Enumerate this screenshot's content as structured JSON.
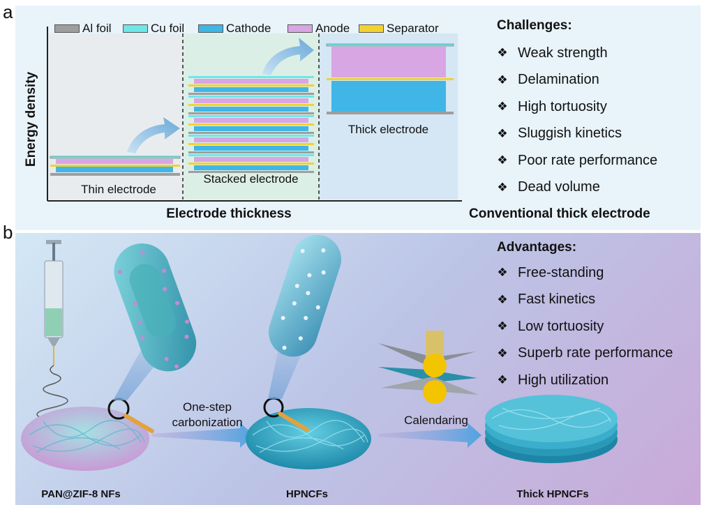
{
  "panel_a": {
    "letter": "a",
    "legend": [
      {
        "label": "Al foil",
        "color": "#9e9e9e"
      },
      {
        "label": "Cu foil",
        "color": "#6fe6e8"
      },
      {
        "label": "Cathode",
        "color": "#3fb6e6"
      },
      {
        "label": "Anode",
        "color": "#d7a6e3"
      },
      {
        "label": "Separator",
        "color": "#f2d231"
      }
    ],
    "y_axis_label": "Energy density",
    "x_axis_label": "Electrode thickness",
    "captions": {
      "thin": "Thin electrode",
      "stacked": "Stacked electrode",
      "thick": "Thick electrode"
    },
    "challenges_title": "Challenges:",
    "challenges": [
      "Weak strength",
      "Delamination",
      "High tortuosity",
      "Sluggish kinetics",
      "Poor rate performance",
      "Dead volume"
    ],
    "conventional_label": "Conventional thick electrode"
  },
  "panel_b": {
    "letter": "b",
    "advantages_title": "Advantages:",
    "advantages": [
      "Free-standing",
      "Fast kinetics",
      "Low tortuosity",
      "Superb rate performance",
      "High utilization"
    ],
    "step1_label_line1": "One-step",
    "step1_label_line2": "carbonization",
    "step2_label": "Calendaring",
    "materials": [
      "PAN@ZIF-8 NFs",
      "HPNCFs",
      "Thick HPNCFs"
    ]
  },
  "bullet_glyph": "❖"
}
